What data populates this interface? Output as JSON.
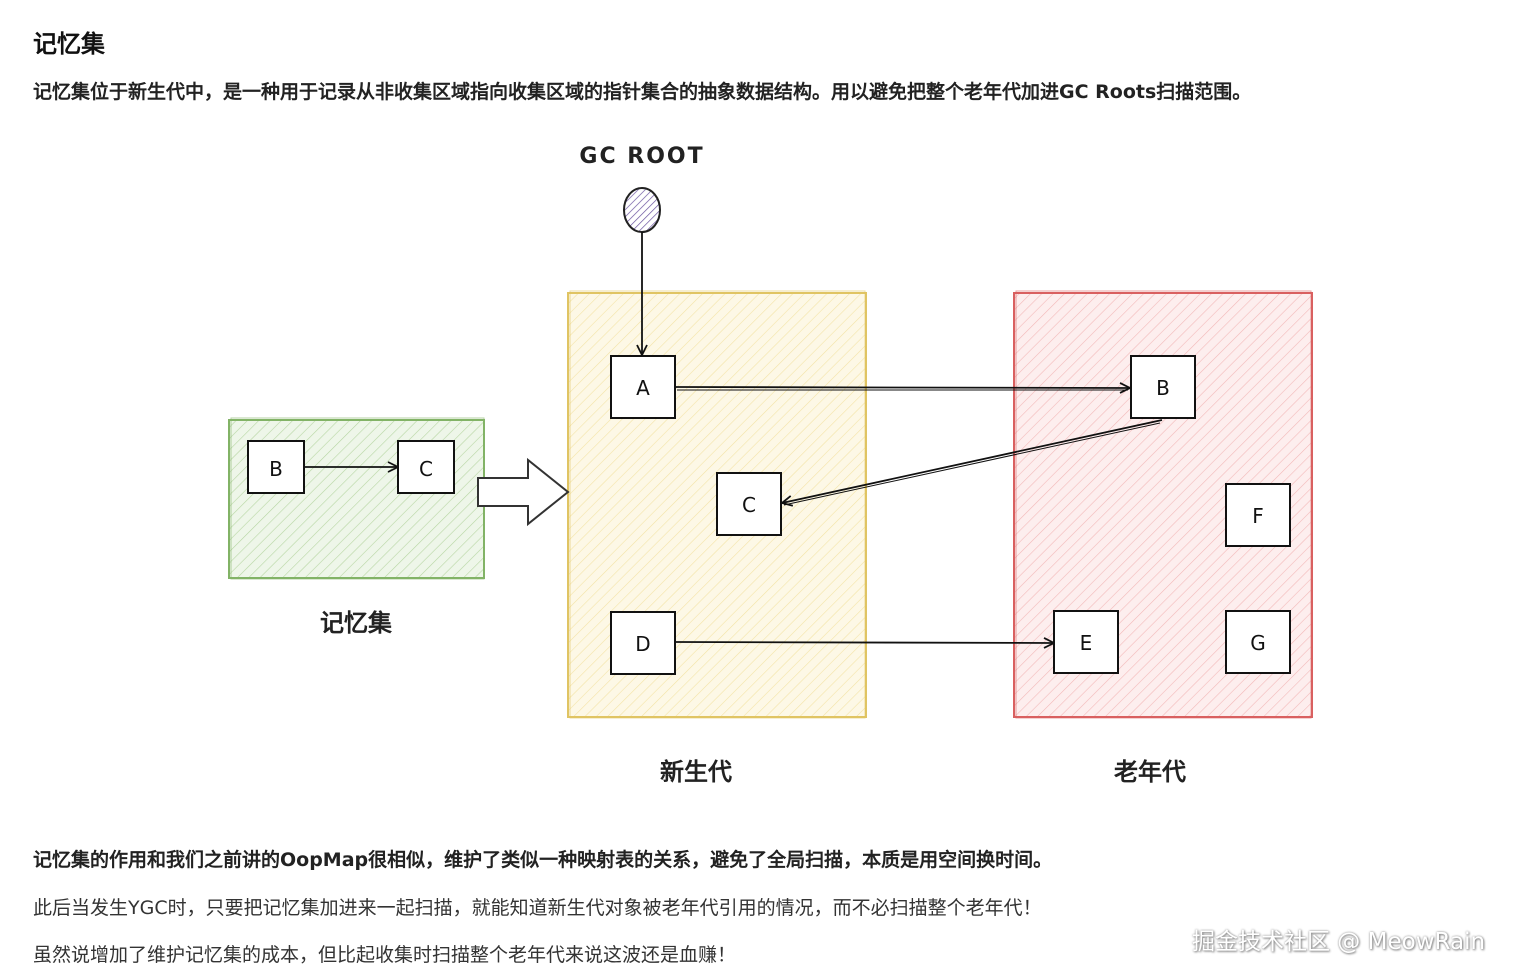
{
  "heading": "记忆集",
  "intro": "记忆集位于新生代中，是一种用于记录从非收集区域指向收集区域的指针集合的抽象数据结构。用以避免把整个老年代加进GC Roots扫描范围。",
  "diagram": {
    "gc_root_label": "GC ROOT",
    "remembered_set": {
      "label": "记忆集",
      "nodes": {
        "b": "B",
        "c": "C"
      }
    },
    "young_gen": {
      "label": "新生代",
      "nodes": {
        "a": "A",
        "c": "C",
        "d": "D"
      }
    },
    "old_gen": {
      "label": "老年代",
      "nodes": {
        "b": "B",
        "e": "E",
        "f": "F",
        "g": "G"
      }
    },
    "colors": {
      "remembered_set": "#82b366",
      "young_gen": "#e0c463",
      "old_gen": "#d96060",
      "gc_root": "#8a72b8"
    }
  },
  "paragraphs": [
    "记忆集的作用和我们之前讲的OopMap很相似，维护了类似一种映射表的关系，避免了全局扫描，本质是用空间换时间。",
    "此后当发生YGC时，只要把记忆集加进来一起扫描，就能知道新生代对象被老年代引用的情况，而不必扫描整个老年代！",
    "虽然说增加了维护记忆集的成本，但比起收集时扫描整个老年代来说这波还是血赚！"
  ],
  "watermark": "掘金技术社区 @ MeowRain"
}
